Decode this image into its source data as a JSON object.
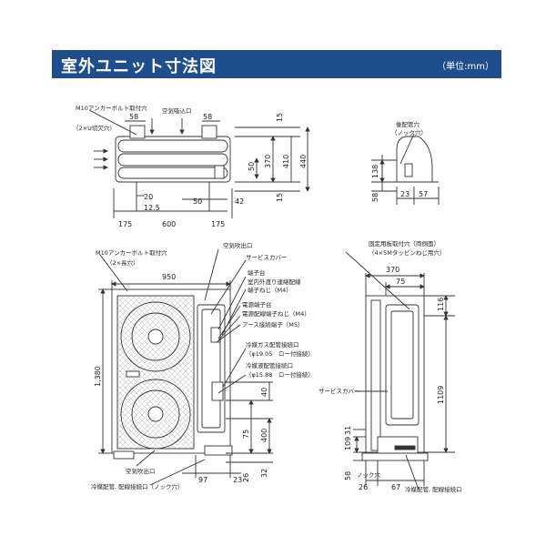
{
  "header": {
    "title": "室外ユニット寸法図",
    "unit": "（単位:mm）"
  },
  "colors": {
    "header_bg": "#1f4e8c",
    "header_text": "#ffffff",
    "line": "#333333"
  },
  "top_view": {
    "anchor_label": "M10アンカーボルト取付穴",
    "anchor_slot": "（2×U切欠穴）",
    "intake_label": "空気吸込口",
    "d_58_left": "58",
    "d_58_right": "58",
    "d_15_top": "15",
    "d_370": "370",
    "d_410": "410",
    "d_440": "440",
    "d_50": "50",
    "d_15_bottom": "15",
    "d_20": "20",
    "d_12_5": "12.5",
    "d_50_b": "50",
    "d_42": "42",
    "d_175_left": "175",
    "d_600": "600",
    "d_175_right": "175"
  },
  "side_top": {
    "pipe_label": "後配管穴",
    "pipe_knock": "（ノック穴）",
    "d_138": "138",
    "d_58": "58",
    "d_23": "23",
    "d_57": "57"
  },
  "front_view": {
    "anchor_label": "M10アンカーボルト取付穴",
    "anchor_slot": "（2×長穴）",
    "outlet_top": "空気吹出口",
    "service_cover": "サービスカバー",
    "terminal_block": "端子台",
    "ext_terminal_1": "室内外渡り連絡配線",
    "ext_terminal_2": "端子ねじ（M4）",
    "power_terminal": "電源端子台",
    "power_screw": "電源配線端子ねじ（M4）",
    "earth_terminal": "アース接続端子（M5）",
    "gas_pipe": "冷媒ガス配管接続口",
    "gas_pipe_size": "（φ19.05　ロー付接続）",
    "liquid_pipe": "冷媒液配管接続口",
    "liquid_pipe_size": "（φ15.88　ロー付接続）",
    "outlet_bottom": "空気吹出口",
    "pipe_knock": "冷媒配管, 配線接続口（ノック穴）",
    "d_950": "950",
    "d_1380": "1,380",
    "d_40": "40",
    "d_75": "75",
    "d_400": "400",
    "d_32": "32",
    "d_97": "97",
    "d_23": "23",
    "d_26": "26"
  },
  "right_view": {
    "bracket_label": "固定用板取付穴（両側面）",
    "bracket_screw": "（4×5Mタッピンねじ用穴）",
    "service_cover": "サービスカバー",
    "d_370": "370",
    "d_75": "75",
    "d_116": "116",
    "d_1109": "1109",
    "d_31": "31",
    "d_109": "109",
    "d_58": "58",
    "d_26": "26",
    "d_67": "67",
    "knock": "ノック穴",
    "pipe_port": "冷媒配管, 配線接続口"
  }
}
